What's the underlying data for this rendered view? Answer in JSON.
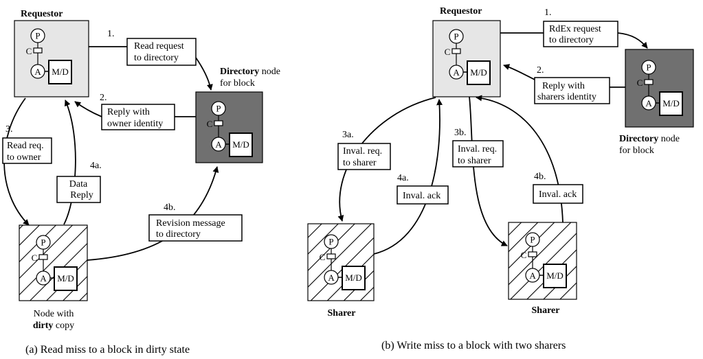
{
  "node_text": {
    "processor": "P",
    "cache": "C",
    "assist": "A",
    "memory": "M/D"
  },
  "panel_a": {
    "caption": "(a) Read miss to a block in dirty state",
    "requestor_title": "Requestor",
    "directory_title_bold": "Directory",
    "directory_title_rest": " node",
    "directory_title_line2": "for block",
    "dirty_title_line1": "Node with",
    "dirty_title_bold": "dirty",
    "dirty_title_rest": " copy",
    "step1": {
      "num": "1.",
      "line1": "Read request",
      "line2": "to directory"
    },
    "step2": {
      "num": "2.",
      "line1": "Reply with",
      "line2": "owner identity"
    },
    "step3": {
      "num": "3.",
      "line1": "Read req.",
      "line2": "to owner"
    },
    "step4a": {
      "num": "4a.",
      "line1": "Data",
      "line2": "Reply"
    },
    "step4b": {
      "num": "4b.",
      "line1": "Revision message",
      "line2": "to directory"
    }
  },
  "panel_b": {
    "caption": "(b) Write miss to a block with two sharers",
    "requestor_title": "Requestor",
    "directory_title_bold": "Directory",
    "directory_title_rest": " node",
    "directory_title_line2": "for block",
    "sharer_left_title": "Sharer",
    "sharer_right_title": "Sharer",
    "step1": {
      "num": "1.",
      "line1": "RdEx request",
      "line2": "to directory"
    },
    "step2": {
      "num": "2.",
      "line1": "Reply with",
      "line2": "sharers identity"
    },
    "step3a": {
      "num": "3a.",
      "line1": "Inval. req.",
      "line2": "to sharer"
    },
    "step3b": {
      "num": "3b.",
      "line1": "Inval. req.",
      "line2": "to sharer"
    },
    "step4a": {
      "num": "4a.",
      "line1": "Inval. ack"
    },
    "step4b": {
      "num": "4b.",
      "line1": "Inval. ack"
    }
  },
  "colors": {
    "requestor_fill": "#e6e6e6",
    "directory_fill": "#707070",
    "line": "#000000"
  }
}
